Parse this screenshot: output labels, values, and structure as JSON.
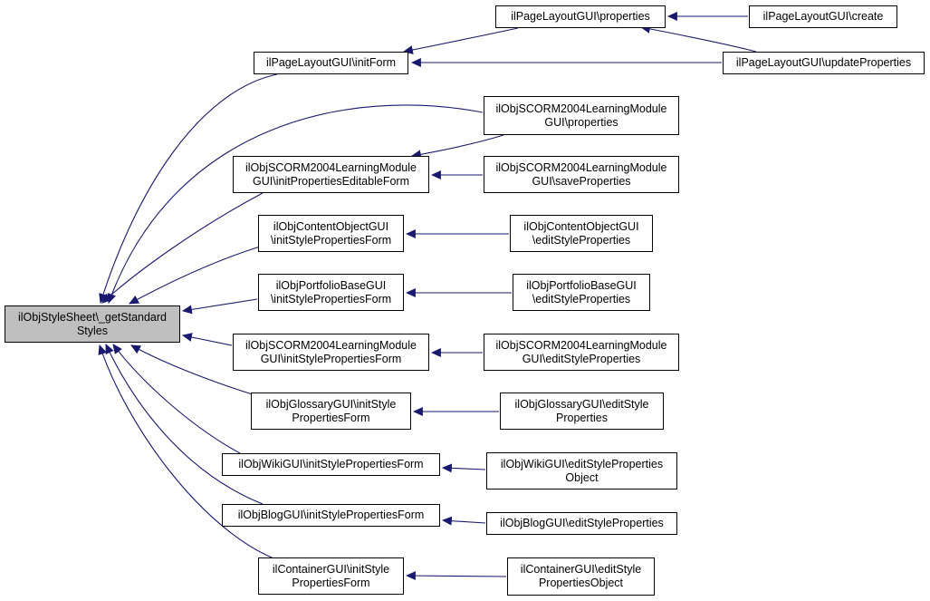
{
  "graph": {
    "nodes": [
      {
        "id": "root",
        "label": "ilObjStyleSheet\\_getStandard\nStyles",
        "highlight": true
      },
      {
        "id": "n1",
        "label": "ilPageLayoutGUI\\initForm"
      },
      {
        "id": "n2",
        "label": "ilPageLayoutGUI\\properties"
      },
      {
        "id": "n3",
        "label": "ilPageLayoutGUI\\create"
      },
      {
        "id": "n4",
        "label": "ilPageLayoutGUI\\updateProperties"
      },
      {
        "id": "n5",
        "label": "ilObjSCORM2004LearningModule\nGUI\\properties"
      },
      {
        "id": "n6",
        "label": "ilObjSCORM2004LearningModule\nGUI\\initPropertiesEditableForm"
      },
      {
        "id": "n7",
        "label": "ilObjSCORM2004LearningModule\nGUI\\saveProperties"
      },
      {
        "id": "n8",
        "label": "ilObjContentObjectGUI\n\\initStylePropertiesForm"
      },
      {
        "id": "n9",
        "label": "ilObjContentObjectGUI\n\\editStyleProperties"
      },
      {
        "id": "n10",
        "label": "ilObjPortfolioBaseGUI\n\\initStylePropertiesForm"
      },
      {
        "id": "n11",
        "label": "ilObjPortfolioBaseGUI\n\\editStyleProperties"
      },
      {
        "id": "n12",
        "label": "ilObjSCORM2004LearningModule\nGUI\\initStylePropertiesForm"
      },
      {
        "id": "n13",
        "label": "ilObjSCORM2004LearningModule\nGUI\\editStyleProperties"
      },
      {
        "id": "n14",
        "label": "ilObjGlossaryGUI\\initStyle\nPropertiesForm"
      },
      {
        "id": "n15",
        "label": "ilObjGlossaryGUI\\editStyle\nProperties"
      },
      {
        "id": "n16",
        "label": "ilObjWikiGUI\\initStylePropertiesForm"
      },
      {
        "id": "n17",
        "label": "ilObjWikiGUI\\editStyleProperties\nObject"
      },
      {
        "id": "n18",
        "label": "ilObjBlogGUI\\initStylePropertiesForm"
      },
      {
        "id": "n19",
        "label": "ilObjBlogGUI\\editStyleProperties"
      },
      {
        "id": "n20",
        "label": "ilContainerGUI\\initStyle\nPropertiesForm"
      },
      {
        "id": "n21",
        "label": "ilContainerGUI\\editStyle\nPropertiesObject"
      }
    ],
    "edges": [
      {
        "from": "n1",
        "to": "root"
      },
      {
        "from": "n2",
        "to": "n1"
      },
      {
        "from": "n3",
        "to": "n2"
      },
      {
        "from": "n4",
        "to": "n2"
      },
      {
        "from": "n4",
        "to": "n1"
      },
      {
        "from": "n5",
        "to": "root"
      },
      {
        "from": "n5",
        "to": "n6"
      },
      {
        "from": "n6",
        "to": "root"
      },
      {
        "from": "n7",
        "to": "n6"
      },
      {
        "from": "n8",
        "to": "root"
      },
      {
        "from": "n9",
        "to": "n8"
      },
      {
        "from": "n10",
        "to": "root"
      },
      {
        "from": "n11",
        "to": "n10"
      },
      {
        "from": "n12",
        "to": "root"
      },
      {
        "from": "n13",
        "to": "n12"
      },
      {
        "from": "n14",
        "to": "root"
      },
      {
        "from": "n15",
        "to": "n14"
      },
      {
        "from": "n16",
        "to": "root"
      },
      {
        "from": "n17",
        "to": "n16"
      },
      {
        "from": "n18",
        "to": "root"
      },
      {
        "from": "n19",
        "to": "n18"
      },
      {
        "from": "n20",
        "to": "root"
      },
      {
        "from": "n21",
        "to": "n20"
      }
    ],
    "colors": {
      "edge": "#191970",
      "highlight_fill": "#bfbfbf",
      "node_border": "#000000"
    }
  }
}
